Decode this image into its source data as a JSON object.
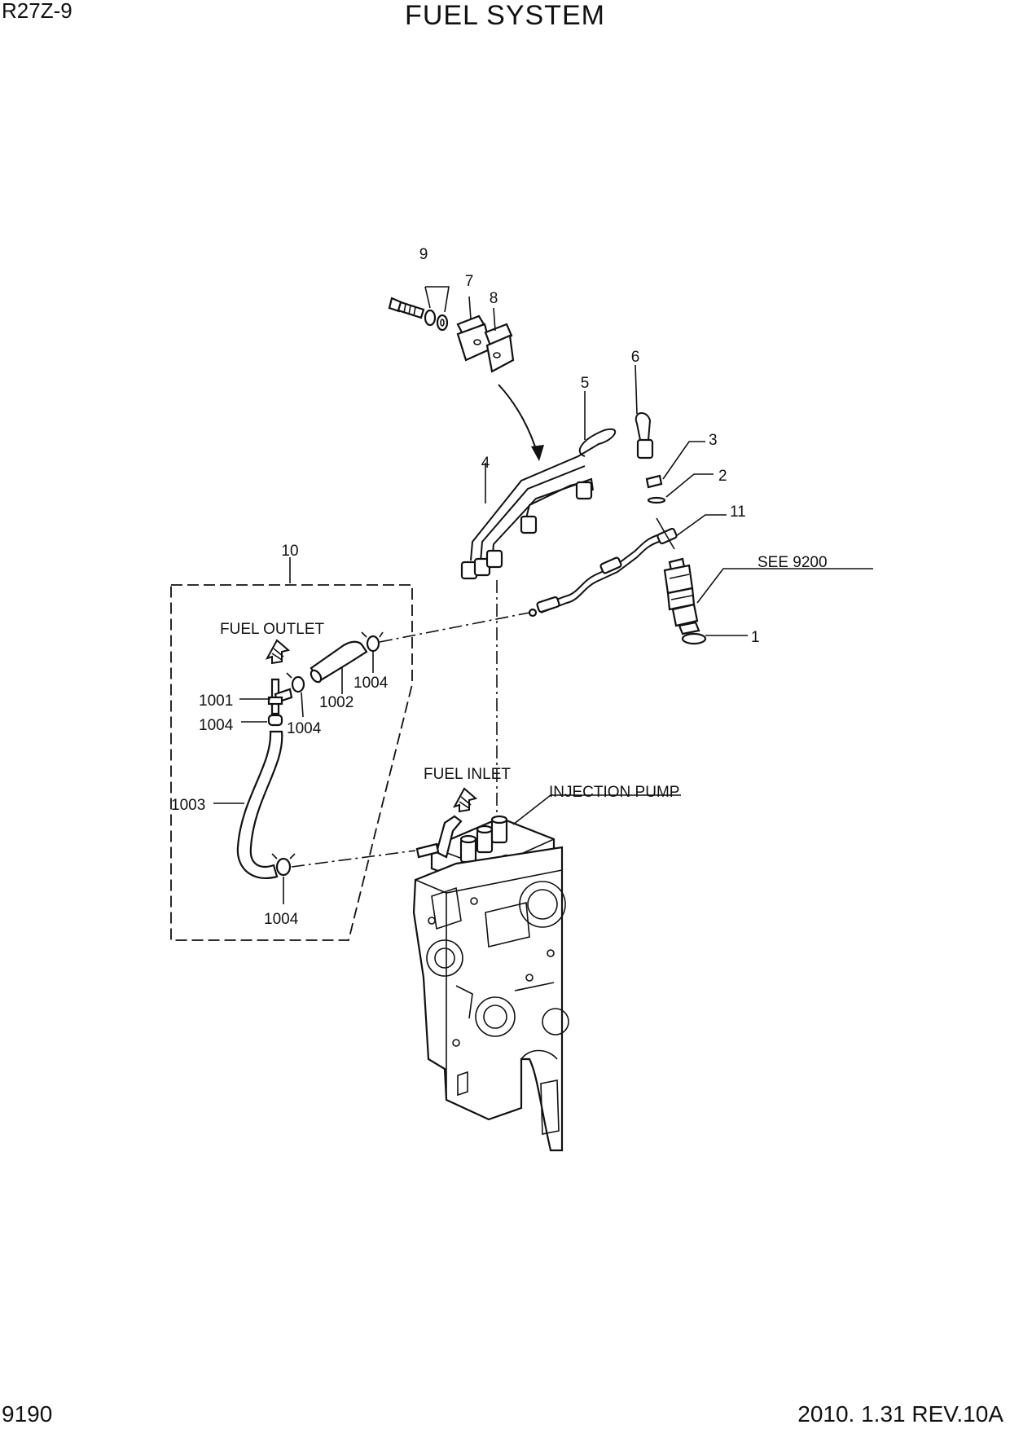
{
  "header": {
    "model": "R27Z-9",
    "title": "FUEL SYSTEM"
  },
  "footer": {
    "page": "9190",
    "revision": "2010. 1.31  REV.10A"
  },
  "callouts": {
    "c1": "1",
    "c2": "2",
    "c3": "3",
    "c4": "4",
    "c5": "5",
    "c6": "6",
    "c7": "7",
    "c8": "8",
    "c9": "9",
    "c10": "10",
    "c11": "11",
    "c1001": "1001",
    "c1002": "1002",
    "c1003": "1003",
    "c1004a": "1004",
    "c1004b": "1004",
    "c1004c": "1004",
    "c1004d": "1004",
    "see": "SEE 9200"
  },
  "notes": {
    "fuel_outlet": "FUEL OUTLET",
    "fuel_inlet": "FUEL INLET",
    "injection_pump": "INJECTION PUMP"
  }
}
